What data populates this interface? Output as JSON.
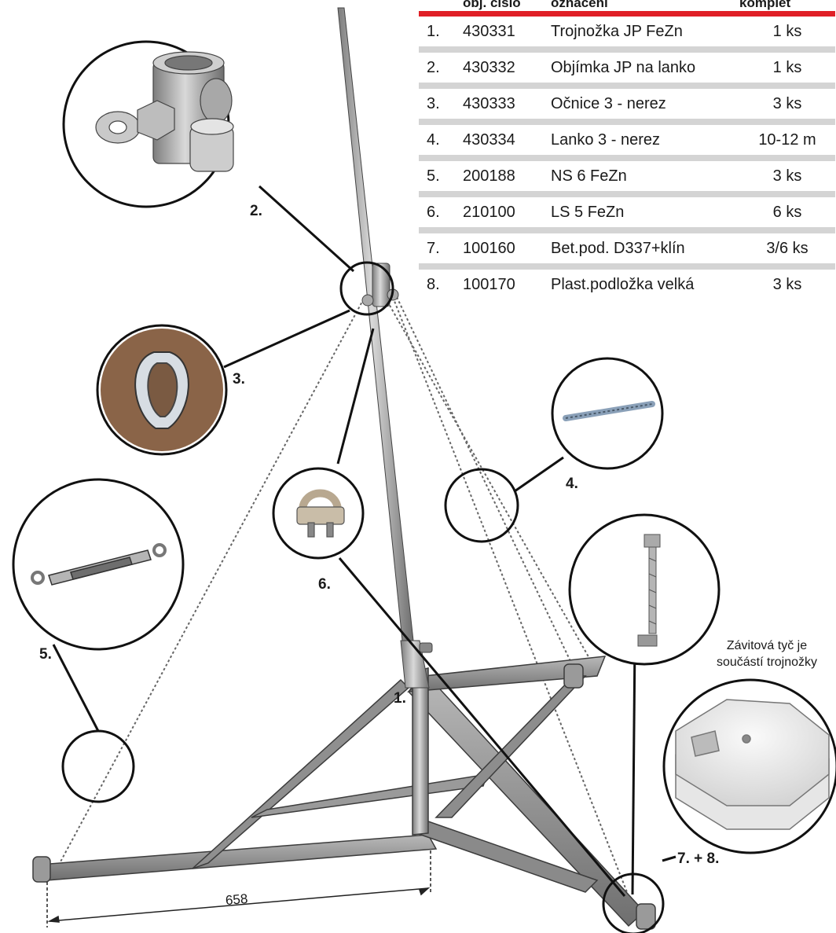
{
  "table": {
    "headers": [
      "obj. číslo",
      "označení",
      "komplet"
    ],
    "rows": [
      {
        "idx": "1.",
        "number": "430331",
        "name": "Trojnožka JP FeZn",
        "qty": "1 ks"
      },
      {
        "idx": "2.",
        "number": "430332",
        "name": "Objímka JP na lanko",
        "qty": "1 ks"
      },
      {
        "idx": "3.",
        "number": "430333",
        "name": "Očnice 3 - nerez",
        "qty": "3 ks"
      },
      {
        "idx": "4.",
        "number": "430334",
        "name": "Lanko 3 - nerez",
        "qty": "10-12 m"
      },
      {
        "idx": "5.",
        "number": "200188",
        "name": "NS 6 FeZn",
        "qty": "3 ks"
      },
      {
        "idx": "6.",
        "number": "210100",
        "name": "LS 5 FeZn",
        "qty": "6 ks"
      },
      {
        "idx": "7.",
        "number": "100160",
        "name": "Bet.pod. D337+klín",
        "qty": "3/6 ks"
      },
      {
        "idx": "8.",
        "number": "100170",
        "name": "Plast.podložka velká",
        "qty": "3 ks"
      }
    ]
  },
  "callouts": {
    "c1": "1.",
    "c2": "2.",
    "c3": "3.",
    "c4": "4.",
    "c5": "5.",
    "c6": "6.",
    "c78": "7. + 8."
  },
  "note": {
    "line1": "Závitová tyč je",
    "line2": "součástí trojnožky"
  },
  "dimension": "658",
  "colors": {
    "accent_red": "#e01f26",
    "row_separator": "#d4d4d4",
    "metal": "#9a9a9a"
  }
}
